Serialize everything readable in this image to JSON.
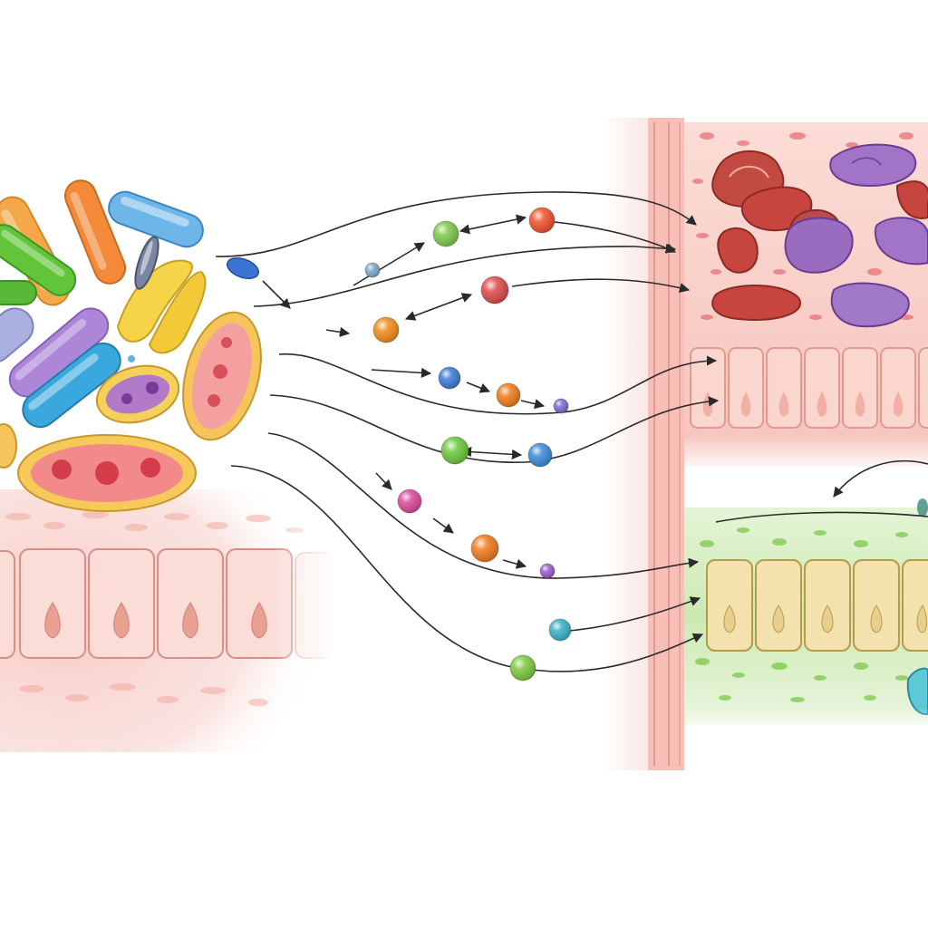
{
  "labels": [],
  "palette": {
    "background": "#ffffff",
    "left_tissue_pink": "#f7c9c3",
    "cell_border": "#d98e86",
    "nucleus": "#e69a8e",
    "vessel_pink": "#f4b3ad",
    "inflamed_red": "#c0463c",
    "purple_cell": "#a06ac0",
    "green_tissue": "#a8d88a",
    "yellow_cell": "#f3e0a8",
    "arrow_stroke": "#2a2a2a"
  },
  "microbes": [
    {
      "shape": "rod",
      "color": "#f0a94a"
    },
    {
      "shape": "rod",
      "color": "#f08a3a"
    },
    {
      "shape": "rod",
      "color": "#5aa9e0"
    },
    {
      "shape": "rod",
      "color": "#5ec23a"
    },
    {
      "shape": "rod",
      "color": "#9aa0d8"
    },
    {
      "shape": "rod",
      "color": "#a77cd6"
    },
    {
      "shape": "rod",
      "color": "#3aa7d8"
    },
    {
      "shape": "rod",
      "color": "#f5d24a"
    },
    {
      "shape": "oval",
      "color": "#f2a1a1"
    },
    {
      "shape": "oval",
      "color": "#b07ac8"
    },
    {
      "shape": "oval",
      "color": "#f07b7b"
    }
  ],
  "molecules": [
    {
      "color": "#7cc84a"
    },
    {
      "color": "#f0502a"
    },
    {
      "color": "#7aa8c8"
    },
    {
      "color": "#e04848"
    },
    {
      "color": "#f08a1a"
    },
    {
      "color": "#3a7ad8"
    },
    {
      "color": "#f07a1a"
    },
    {
      "color": "#7a6ad0"
    },
    {
      "color": "#6cc83a"
    },
    {
      "color": "#3a8ad8"
    },
    {
      "color": "#d84a9a"
    },
    {
      "color": "#f07a1a"
    },
    {
      "color": "#9a5ad0"
    },
    {
      "color": "#3ab0c8"
    },
    {
      "color": "#7cc83a"
    }
  ]
}
